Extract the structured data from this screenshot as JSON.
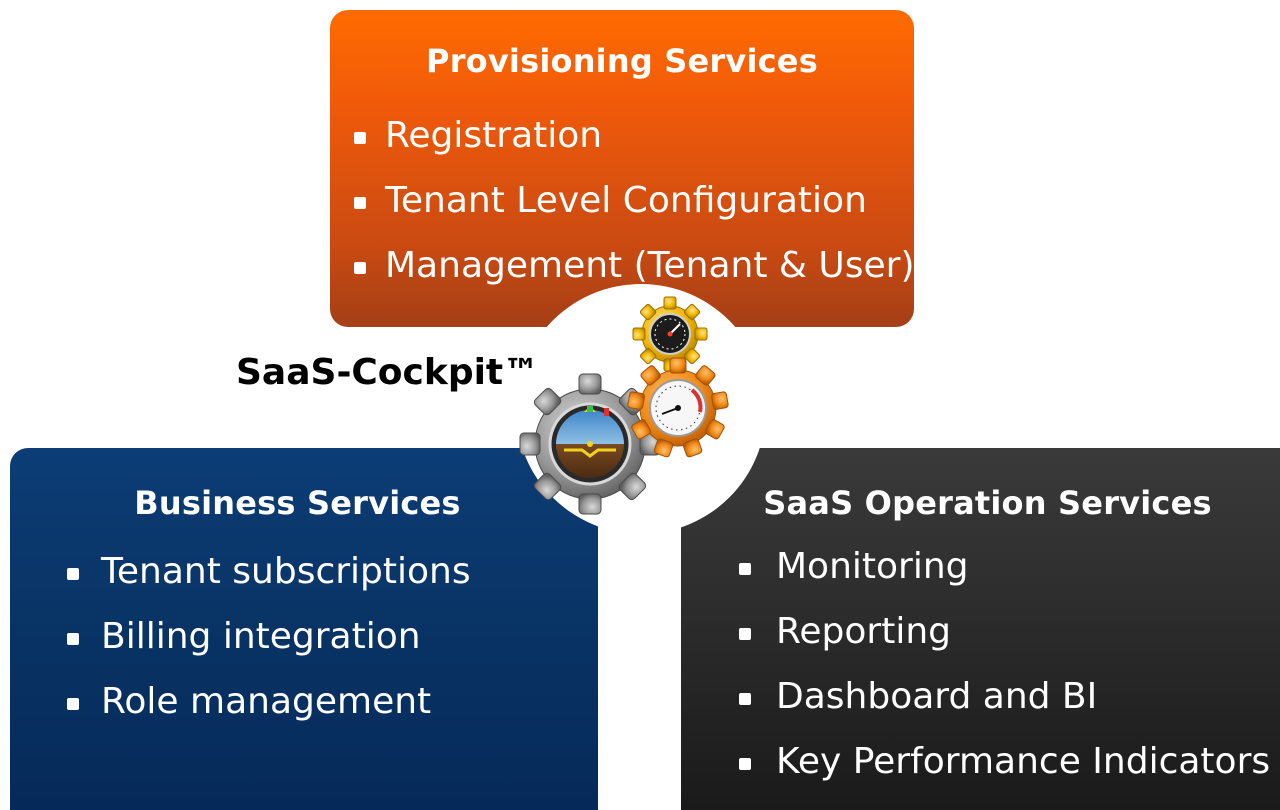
{
  "brand": "SaaS-Cockpit™",
  "provisioning": {
    "title": "Provisioning Services",
    "items": [
      "Registration",
      "Tenant Level Configuration",
      "Management (Tenant & User)"
    ]
  },
  "business": {
    "title": "Business Services",
    "items": [
      "Tenant subscriptions",
      "Billing  integration",
      "Role management"
    ]
  },
  "operations": {
    "title": "SaaS Operation Services",
    "items": [
      "Monitoring",
      "Reporting",
      "Dashboard and BI",
      "Key Performance Indicators"
    ]
  },
  "colors": {
    "provisioning": "#f05a0a",
    "business": "#093466",
    "operations": "#2e2e2e",
    "gear_gray": "#8c8c8c",
    "gear_orange": "#f08a18",
    "gear_yellow": "#f2b705"
  },
  "icons": [
    "gear-icon",
    "gauge-icon",
    "attitude-indicator-icon",
    "speedometer-icon"
  ]
}
